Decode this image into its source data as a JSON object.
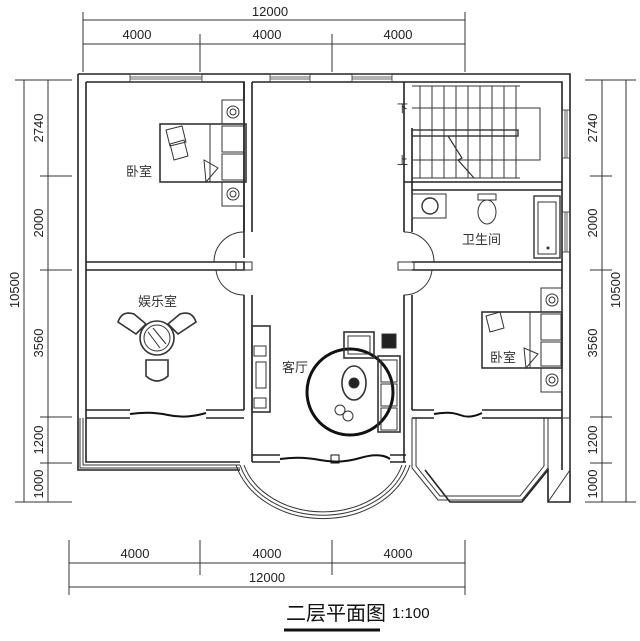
{
  "drawing": {
    "title": "二层平面图",
    "scale": "1:100"
  },
  "dimensions": {
    "top": {
      "total": "12000",
      "segments": [
        "4000",
        "4000",
        "4000"
      ]
    },
    "bottom": {
      "total": "12000",
      "segments": [
        "4000",
        "4000",
        "4000"
      ]
    },
    "left": {
      "total": "10500",
      "segments": [
        "2740",
        "2000",
        "3560",
        "1200",
        "1000"
      ]
    },
    "right": {
      "total": "10500",
      "segments": [
        "2740",
        "2000",
        "3560",
        "1200",
        "1000"
      ]
    }
  },
  "rooms": {
    "bedroom_nw": "卧室",
    "entertainment": "娱乐室",
    "living": "客厅",
    "bathroom": "卫生间",
    "bedroom_se": "卧室"
  },
  "stairs": {
    "down": "下",
    "up": "上"
  },
  "colors": {
    "line": "#222222",
    "background": "#ffffff"
  }
}
